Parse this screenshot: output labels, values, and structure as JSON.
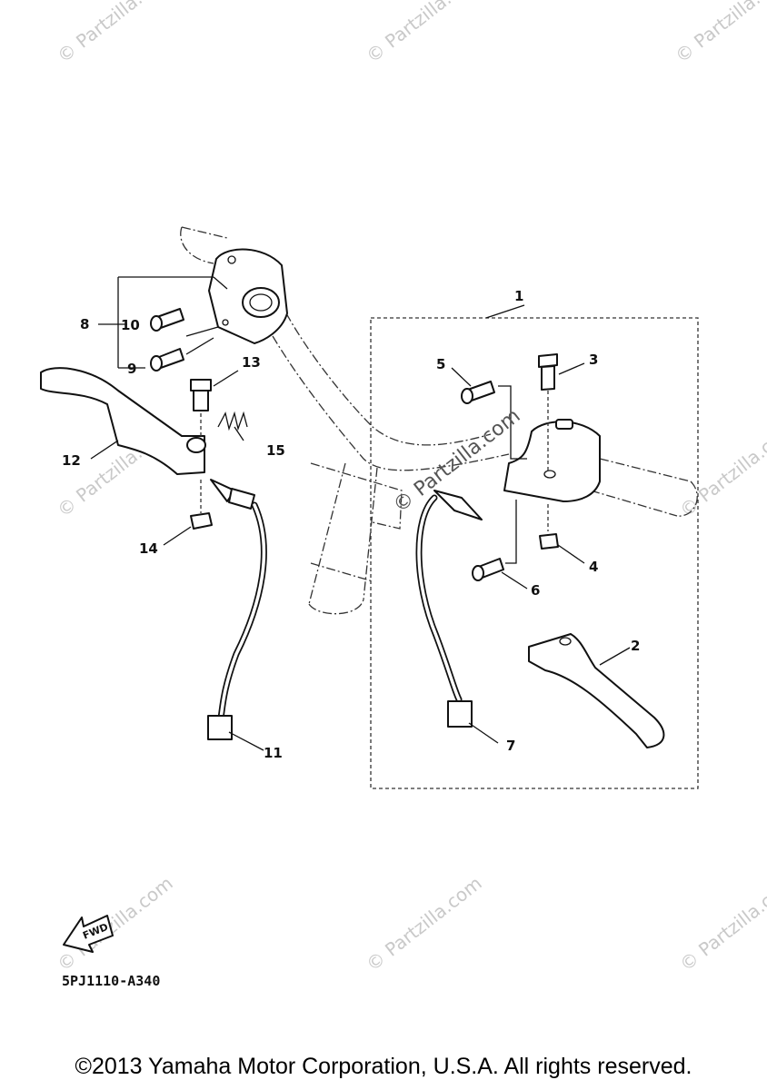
{
  "callouts": {
    "c1": "1",
    "c2": "2",
    "c3": "3",
    "c4": "4",
    "c5": "5",
    "c6": "6",
    "c7": "7",
    "c8": "8",
    "c9": "9",
    "c10": "10",
    "c11": "11",
    "c12": "12",
    "c13": "13",
    "c14": "14",
    "c15": "15"
  },
  "diagram_code": "5PJ1110-A340",
  "fwd_label": "FWD",
  "watermark": "© Partzilla.com",
  "watermark_center": "© Partzilla.com",
  "copyright": "©2013 Yamaha Motor Corporation, U.S.A. All rights reserved.",
  "icons": {
    "fwd": "fwd-arrow-icon"
  }
}
